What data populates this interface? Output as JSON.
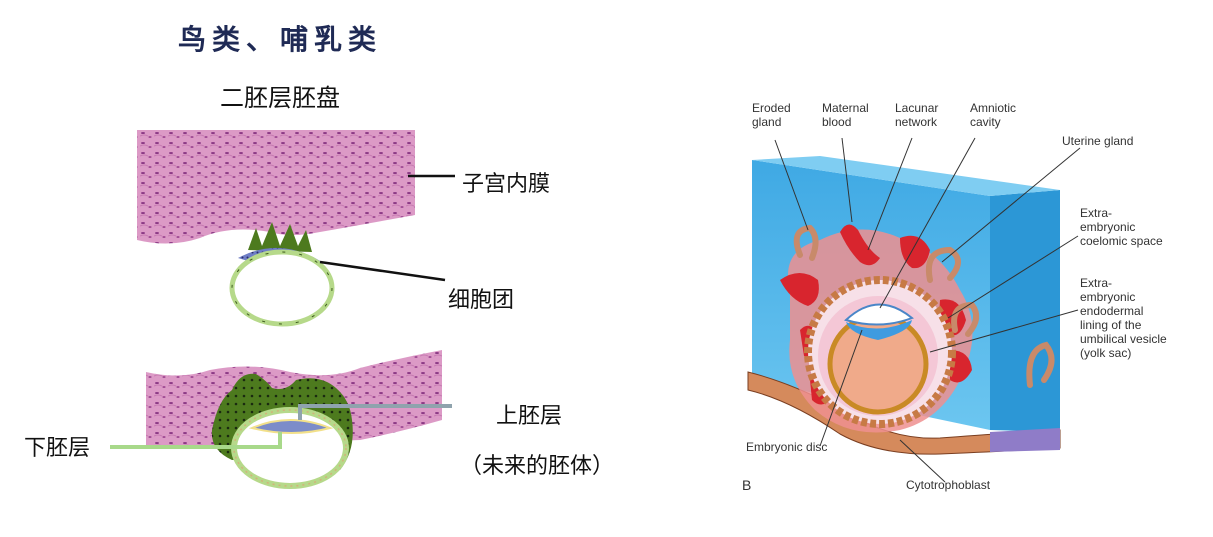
{
  "left_panel": {
    "title": "鸟类、哺乳类",
    "subtitle": "二胚层胚盘",
    "labels": {
      "endometrium": "子宫内膜",
      "cell_mass": "细胞团",
      "epiblast": "上胚层",
      "epiblast_note": "（未来的胚体）",
      "hypoblast": "下胚层"
    }
  },
  "right_panel": {
    "panel_letter": "B",
    "labels": {
      "eroded_gland": "Eroded\ngland",
      "maternal_blood": "Maternal\nblood",
      "lacunar_network": "Lacunar\nnetwork",
      "amniotic_cavity": "Amniotic\ncavity",
      "uterine_gland": "Uterine gland",
      "extraembryonic_coelomic": "Extra-\nembryonic\ncoelomic space",
      "extraembryonic_endodermal": "Extra-\nembryonic\nendodermal\nlining of the\numbilical vesicle\n(yolk sac)",
      "embryonic_disc": "Embryonic disc",
      "cytotrophoblast": "Cytotrophoblast"
    }
  },
  "colors": {
    "tissue_pink": "#d98fc0",
    "tissue_dark": "#9b3f8a",
    "uterine_blue": "#4fb8ea",
    "blood_red": "#d8252e",
    "trophoblast_green": "#4d7a1e",
    "membrane_green": "#b6d98a"
  }
}
